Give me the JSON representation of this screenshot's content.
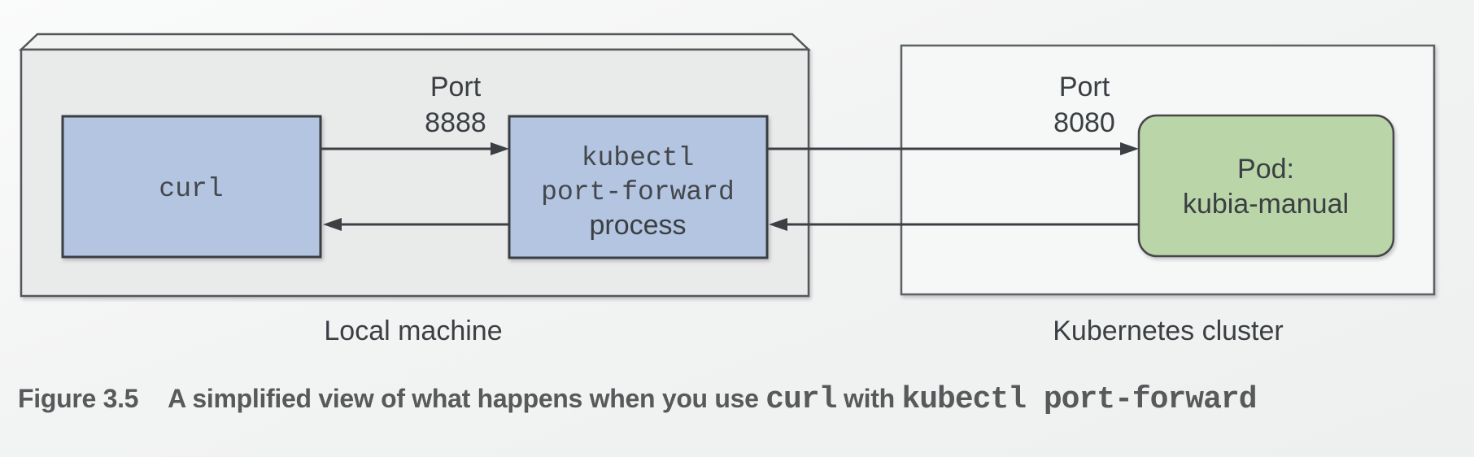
{
  "colors": {
    "background_top": "#fafbfb",
    "background_bottom": "#eef0f0",
    "machine_fill": "#e9eaea",
    "machine_top_fill": "#f1f2f2",
    "machine_border": "#54575a",
    "cluster_fill": "#f6f7f7",
    "cluster_border": "#5e6164",
    "process_box_fill": "#b3c5e0",
    "process_box_border": "#3a3e44",
    "pod_fill": "#bad6a8",
    "pod_border": "#45474a",
    "arrow": "#3c4044",
    "diagram_text": "#3b3f43",
    "caption_text": "#58595b"
  },
  "diagram": {
    "local_machine": {
      "label": "Local machine",
      "curl_box": {
        "label": "curl"
      },
      "kubectl_box": {
        "line1": "kubectl",
        "line2": "port-forward",
        "line3": "process"
      },
      "port_label": {
        "line1": "Port",
        "line2": "8888"
      }
    },
    "kubernetes_cluster": {
      "label": "Kubernetes cluster",
      "pod_box": {
        "line1": "Pod:",
        "line2": "kubia-manual"
      },
      "port_label": {
        "line1": "Port",
        "line2": "8080"
      }
    }
  },
  "caption": {
    "figure_label": "Figure 3.5",
    "text_1": "A simplified view of what happens when you use ",
    "code_1": "curl",
    "text_2": " with ",
    "code_2": "kubectl port-forward"
  }
}
